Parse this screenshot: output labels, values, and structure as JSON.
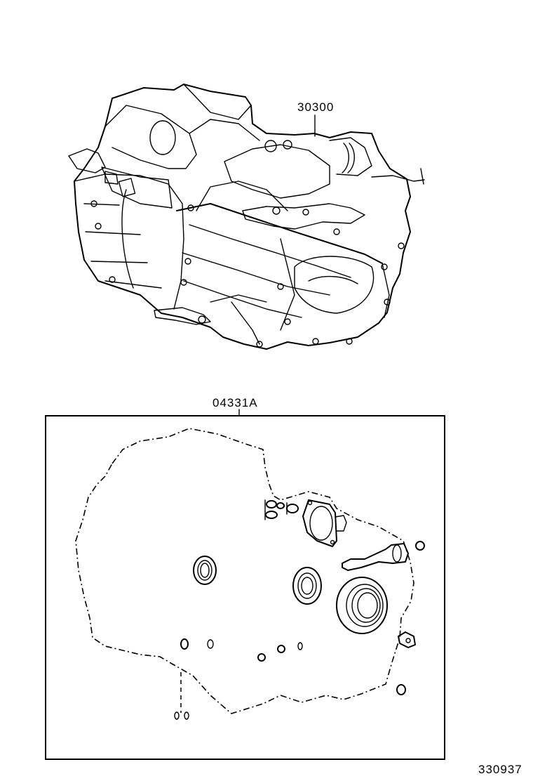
{
  "diagram": {
    "type": "parts-catalog-exploded-view",
    "subject": "manual transaxle assembly and overhaul gasket kit",
    "callouts": [
      {
        "id": "transaxle-assembly",
        "part_number": "30300"
      },
      {
        "id": "gasket-kit",
        "part_number": "04331A"
      }
    ],
    "illustration_number": "330937"
  }
}
